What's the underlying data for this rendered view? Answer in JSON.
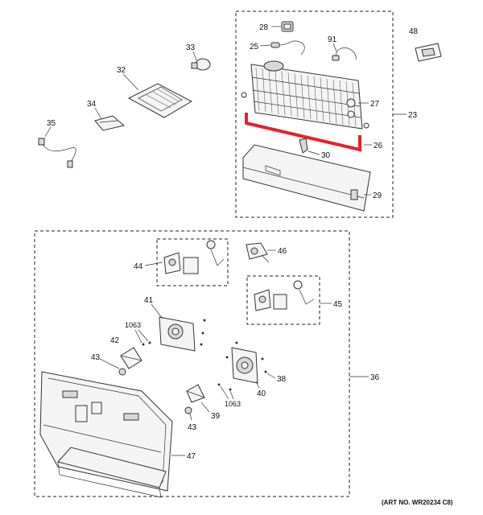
{
  "art_number": "(ART NO. WR20234 C8)",
  "highlight_color": "#e8202a",
  "callouts": {
    "c23": "23",
    "c24_26": "26",
    "c25": "25",
    "c27": "27",
    "c28": "28",
    "c29": "29",
    "c30": "30",
    "c32": "32",
    "c33": "33",
    "c34": "34",
    "c35": "35",
    "c36": "36",
    "c38": "38",
    "c39": "39",
    "c40": "40",
    "c41": "41",
    "c42": "42",
    "c43a": "43",
    "c43b": "43",
    "c44": "44",
    "c45": "45",
    "c46": "46",
    "c47": "47",
    "c48": "48",
    "c91": "91",
    "c1063a": "1063",
    "c1063b": "1063"
  }
}
